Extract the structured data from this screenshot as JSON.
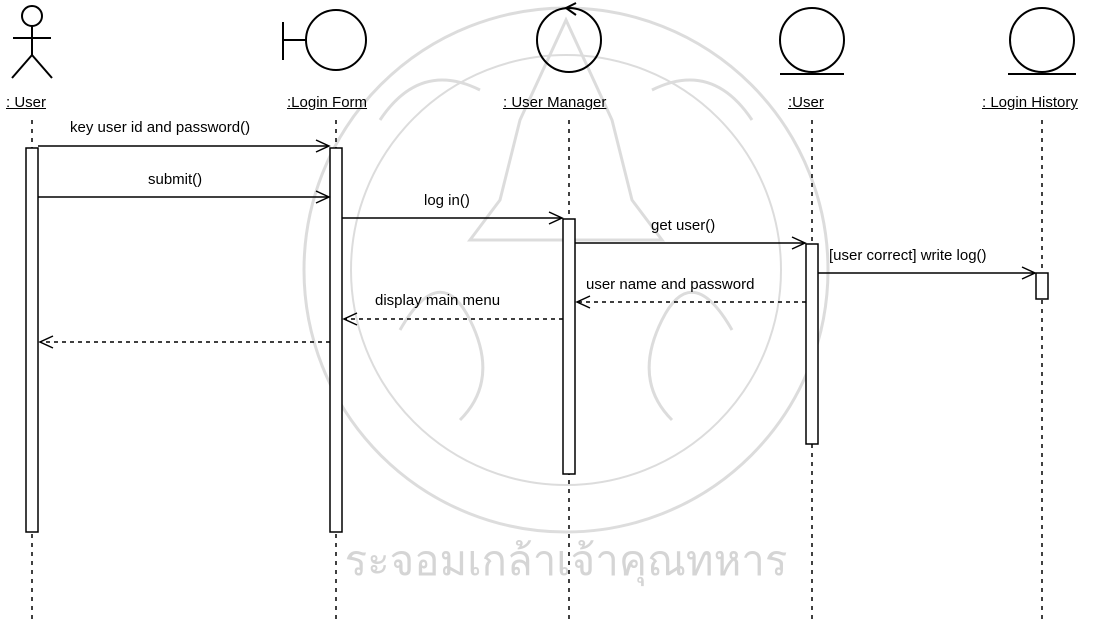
{
  "lifelines": [
    {
      "id": "user",
      "label": ": User",
      "kind": "actor"
    },
    {
      "id": "login_form",
      "label": ":Login Form",
      "kind": "boundary"
    },
    {
      "id": "user_manager",
      "label": ": User Manager",
      "kind": "control"
    },
    {
      "id": "user_entity",
      "label": ":User",
      "kind": "entity"
    },
    {
      "id": "login_history",
      "label": ": Login History",
      "kind": "entity"
    }
  ],
  "messages": [
    {
      "label": "key user id and password()",
      "from": "user",
      "to": "login_form",
      "type": "sync"
    },
    {
      "label": "submit()",
      "from": "user",
      "to": "login_form",
      "type": "sync"
    },
    {
      "label": "log in()",
      "from": "login_form",
      "to": "user_manager",
      "type": "sync"
    },
    {
      "label": "get user()",
      "from": "user_manager",
      "to": "user_entity",
      "type": "sync"
    },
    {
      "label": "[user correct] write log()",
      "from": "user_entity",
      "to": "login_history",
      "type": "sync"
    },
    {
      "label": "user name and password",
      "from": "user_entity",
      "to": "user_manager",
      "type": "return"
    },
    {
      "label": "display main menu",
      "from": "user_manager",
      "to": "login_form",
      "type": "return"
    },
    {
      "label": "",
      "from": "login_form",
      "to": "user",
      "type": "return"
    }
  ],
  "watermark": {
    "text": "ระจอมเกล้าเจ้าคุณทหาร",
    "color": "#8a8a8a"
  }
}
